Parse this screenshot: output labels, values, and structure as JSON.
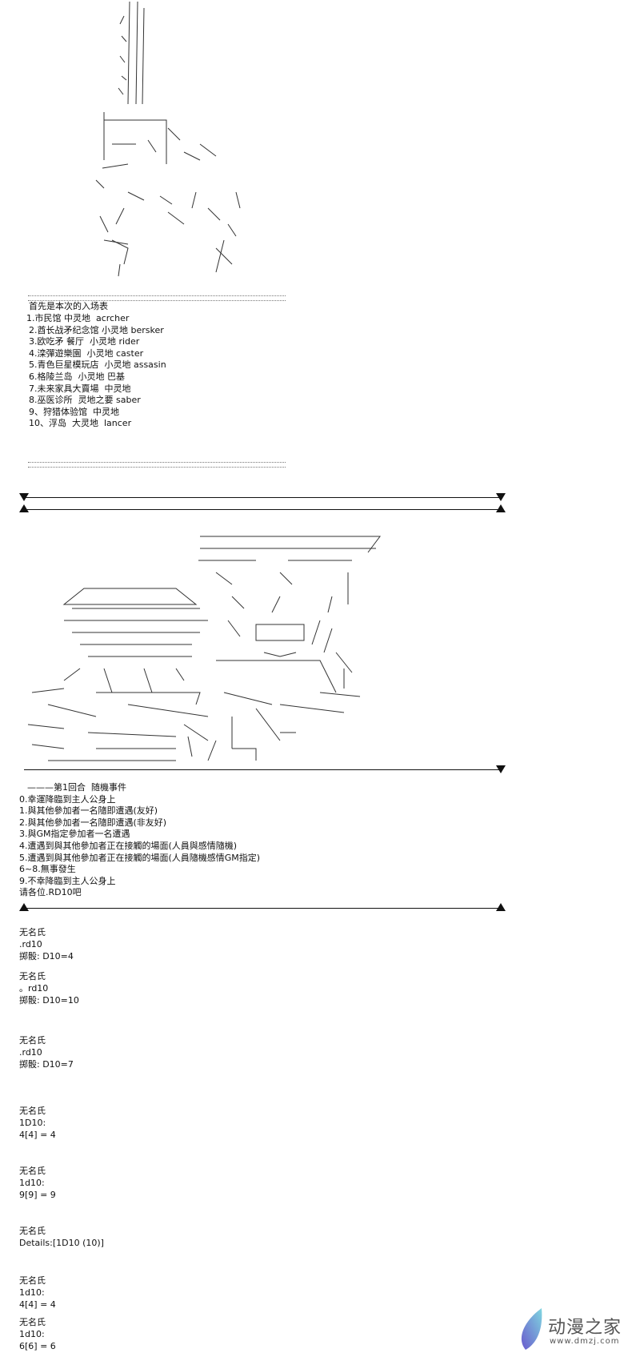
{
  "entry_list": {
    "title": "首先是本次的入场表",
    "items": [
      "1.市民馆 中灵地  acrcher",
      "2.酋长战矛纪念馆 小灵地 bersker",
      "3.欧吃矛 餐厅  小灵地 rider",
      "4.滦彈遊樂園  小灵地 caster",
      "5.青色巨星模玩店  小灵地 assasin",
      "6.格陵兰岛  小灵地 巴基",
      "7.未来家具大賣場  中灵地",
      "8.巫医诊所  灵地之要 saber",
      "9、狩猎体验馆  中灵地",
      "10、浮岛  大灵地  lancer"
    ]
  },
  "event_table": {
    "title": "———第1回合  随機事件",
    "items": [
      "0.幸運降臨到主人公身上",
      "1.與其他參加者一名隨即遭遇(友好)",
      "2.與其他參加者一名隨即遭遇(非友好)",
      "3.與GM指定參加者一名遭遇",
      "4.遭遇到與其他參加者正在接觸的場面(人員與感情隨機)",
      "5.遭遇到與其他參加者正在接觸的場面(人員隨機感情GM指定)",
      "6~8.無事發生",
      "9.不幸降臨到主人公身上",
      "请各位.RD10吧"
    ]
  },
  "posts": [
    {
      "author": "无名氏",
      "lines": [
        ".rd10",
        "掷骰: D10=4"
      ]
    },
    {
      "author": "无名氏",
      "lines": [
        "。rd10",
        "掷骰: D10=10"
      ]
    },
    {
      "author": "无名氏",
      "lines": [
        ".rd10",
        "掷骰: D10=7"
      ]
    },
    {
      "author": "无名氏",
      "lines": [
        "1D10:",
        "4[4] = 4"
      ]
    },
    {
      "author": "无名氏",
      "lines": [
        "1d10:",
        "9[9] = 9"
      ]
    },
    {
      "author": "无名氏",
      "lines": [
        "Details:[1D10 (10)]"
      ]
    },
    {
      "author": "无名氏",
      "lines": [
        "1d10:",
        "4[4] = 4"
      ]
    },
    {
      "author": "无名氏",
      "lines": [
        "1d10:",
        "6[6] = 6"
      ]
    }
  ],
  "watermark": {
    "name": "动漫之家",
    "url": "www.dmzj.com",
    "color": "#4a90c8"
  }
}
